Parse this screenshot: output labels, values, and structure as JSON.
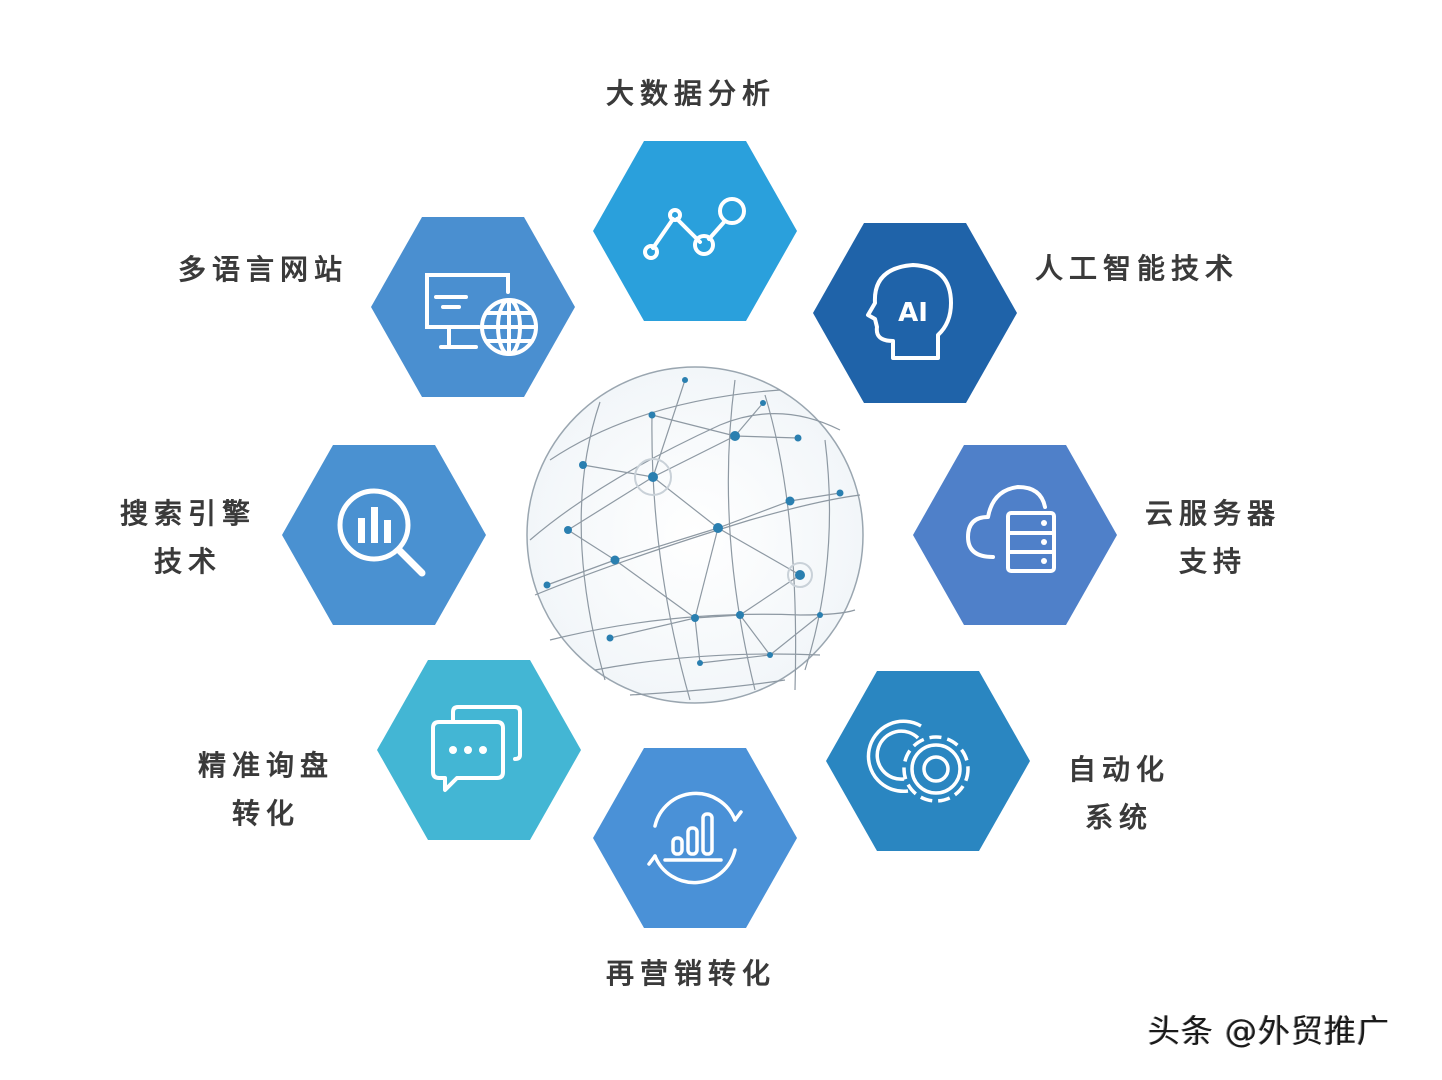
{
  "diagram": {
    "center": {
      "icon": "network-globe-icon"
    },
    "nodes": [
      {
        "id": "big-data",
        "label_lines": [
          "大数据分析"
        ],
        "icon": "line-chart-icon",
        "color": "#2aa0dc"
      },
      {
        "id": "ai",
        "label_lines": [
          "人工智能技术"
        ],
        "icon": "ai-head-icon",
        "color": "#1f63a9"
      },
      {
        "id": "cloud",
        "label_lines": [
          "云服务器",
          "支持"
        ],
        "icon": "cloud-server-icon",
        "color": "#4f80c9"
      },
      {
        "id": "automation",
        "label_lines": [
          "自动化",
          "系统"
        ],
        "icon": "gears-icon",
        "color": "#2a86c1"
      },
      {
        "id": "remarketing",
        "label_lines": [
          "再营销转化"
        ],
        "icon": "bar-chart-cycle-icon",
        "color": "#4a91d7"
      },
      {
        "id": "inquiry",
        "label_lines": [
          "精准询盘",
          "转化"
        ],
        "icon": "chat-bubbles-icon",
        "color": "#43b6d4"
      },
      {
        "id": "search",
        "label_lines": [
          "搜索引擎",
          "技术"
        ],
        "icon": "search-analytics-icon",
        "color": "#4a91d1"
      },
      {
        "id": "multilingual",
        "label_lines": [
          "多语言网站"
        ],
        "icon": "monitor-globe-icon",
        "color": "#4a8fd0"
      }
    ]
  },
  "watermark": {
    "text": "头条 @外贸推广"
  }
}
